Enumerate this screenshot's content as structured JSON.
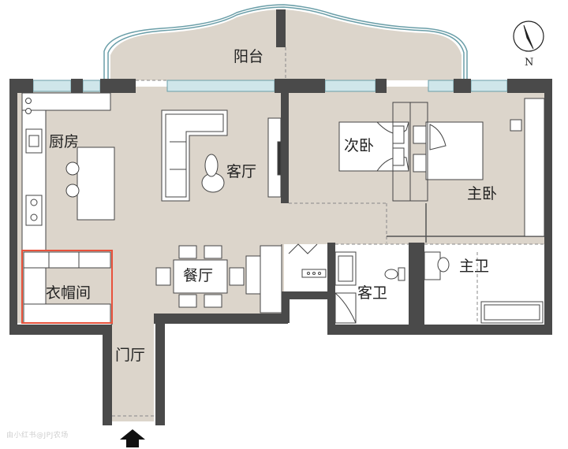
{
  "rooms": {
    "balcony": "阳台",
    "kitchen": "厨房",
    "living": "客厅",
    "second_bedroom": "次卧",
    "master_bedroom": "主卧",
    "dining": "餐厅",
    "walk_in_closet": "衣帽间",
    "guest_bath": "客卫",
    "master_bath": "主卫",
    "foyer": "门厅"
  },
  "compass": {
    "letter": "N"
  },
  "watermark": "由小红书@JPJ农场",
  "colors": {
    "floor": "#dcd5cb",
    "wall": "#4a4a4a",
    "window": "#cfe6ea",
    "window_line": "#6a9ea8",
    "furniture": "#ffffff",
    "outline": "#444444",
    "highlight": "#e8523c"
  }
}
